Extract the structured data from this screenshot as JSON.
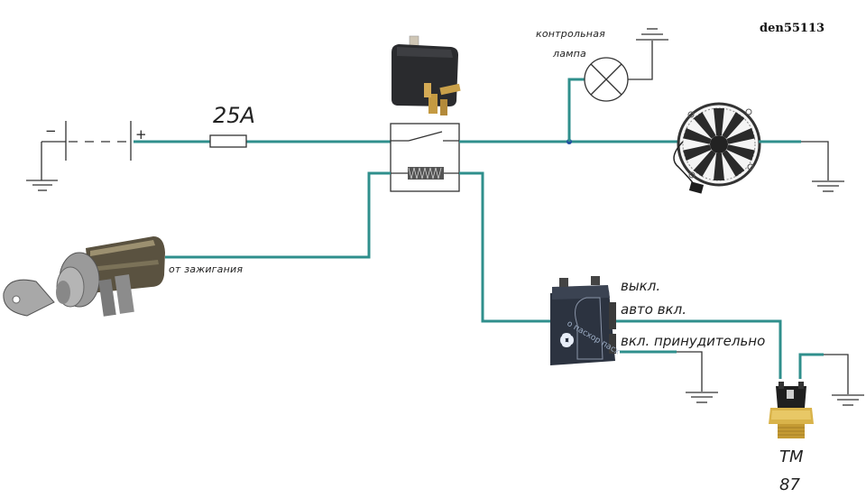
{
  "diagram": {
    "title": "Electric cooling fan wiring diagram",
    "watermark": "den55113",
    "colors": {
      "wire": "#2f8f8c",
      "line": "#333333",
      "junction": "#1f4fa0"
    },
    "battery": {
      "minus_label": "−",
      "plus_label": "+"
    },
    "fuse": {
      "label": "25A"
    },
    "relay": {
      "component": "relay"
    },
    "lamp": {
      "label_line1": "контрольная",
      "label_line2": "лампа"
    },
    "ignition": {
      "label": "от зажигания"
    },
    "switch": {
      "positions": [
        "выкл.",
        "авто вкл.",
        "вкл. принудительно"
      ]
    },
    "sensor": {
      "label_line1": "ТМ",
      "label_line2": "87"
    }
  }
}
